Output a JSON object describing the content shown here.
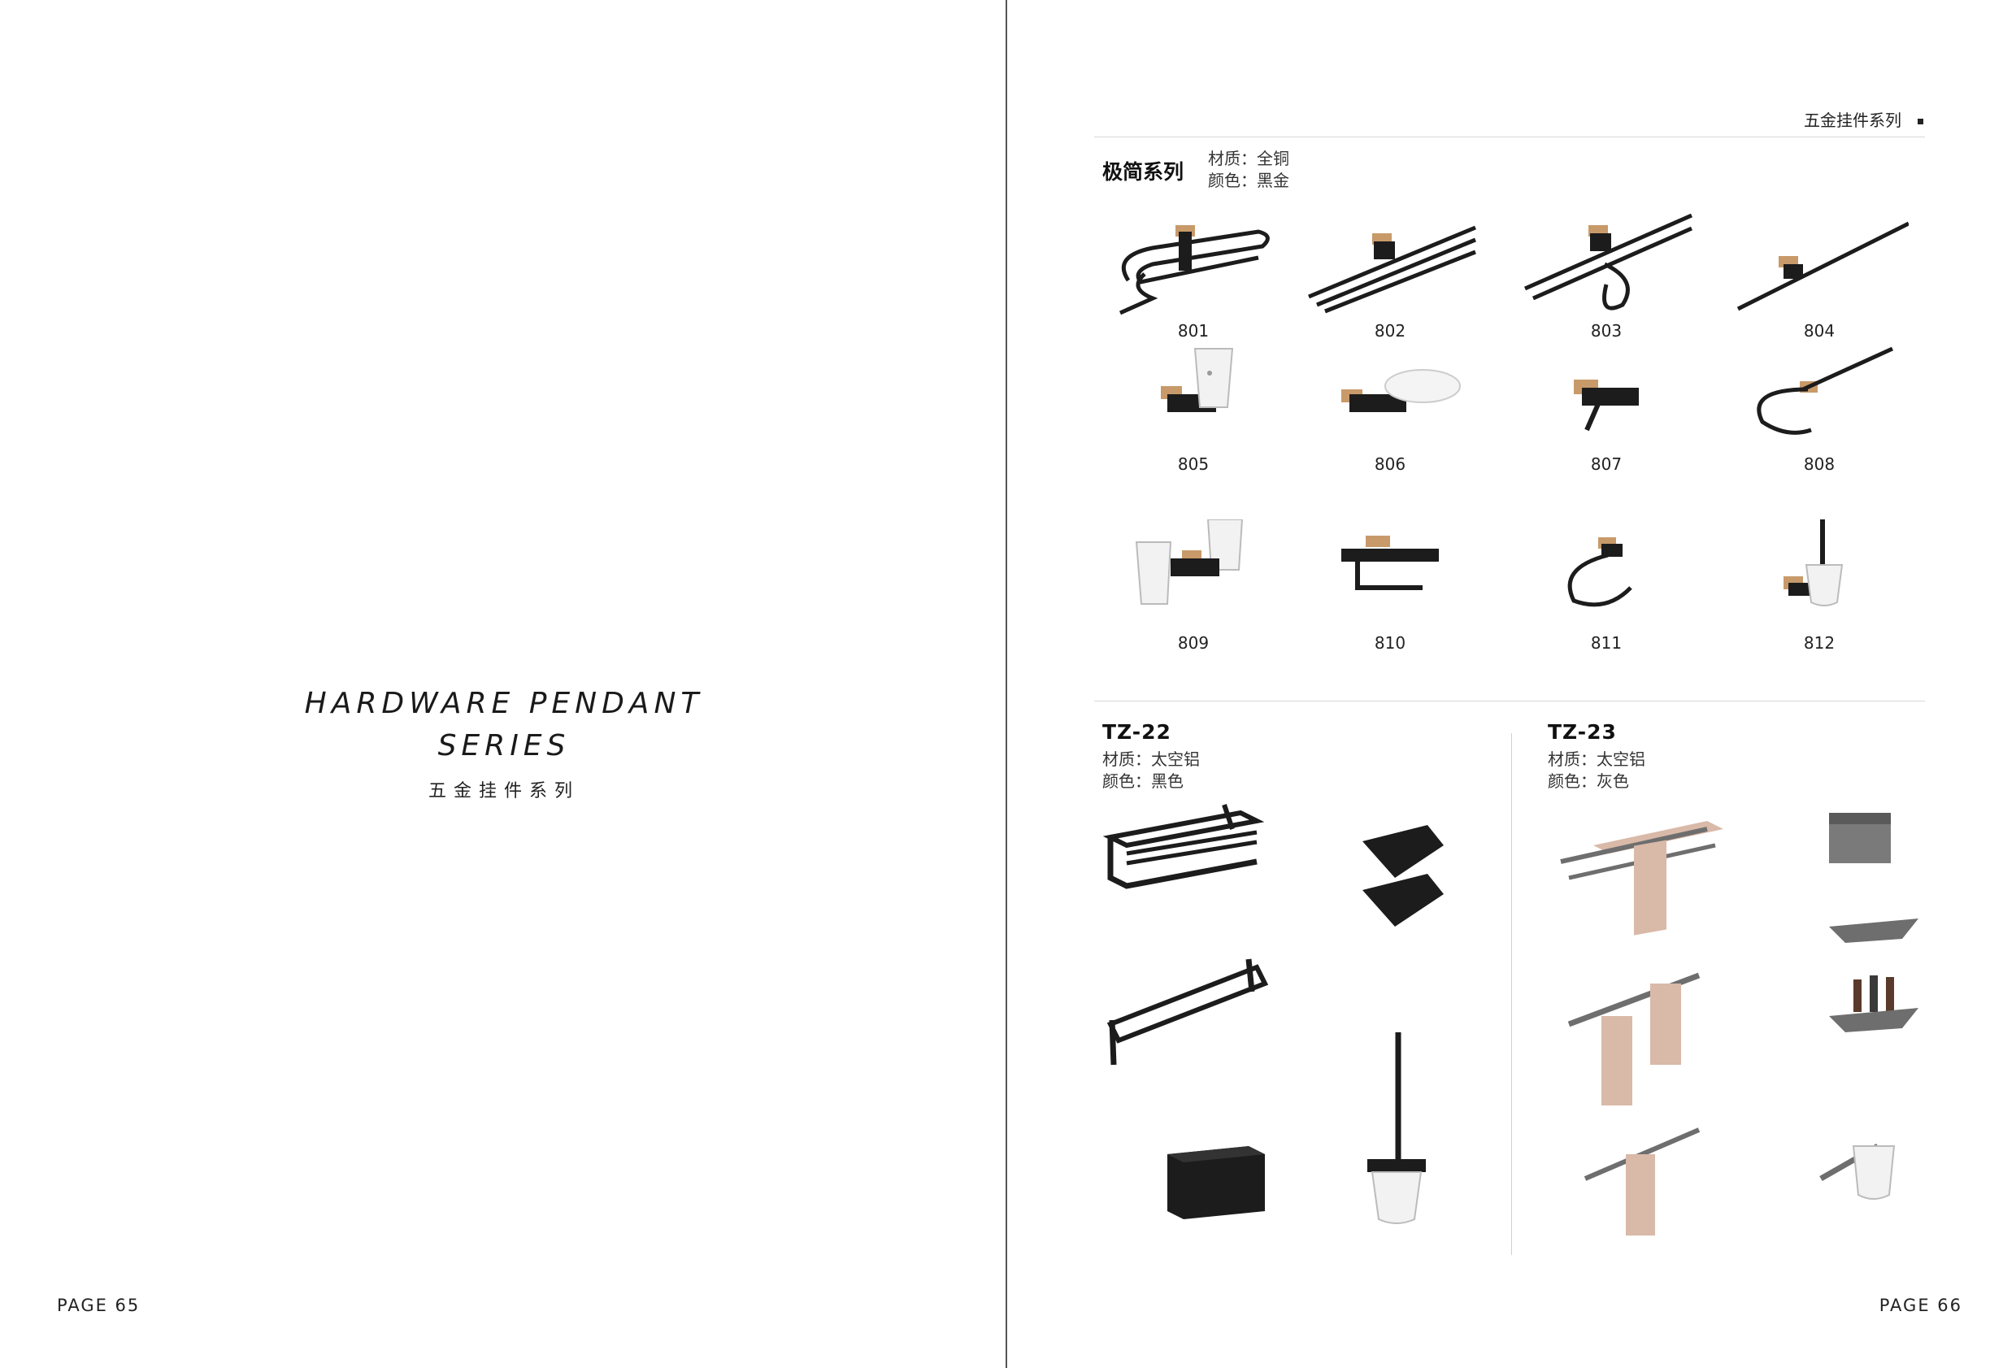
{
  "left_page": {
    "title_line1": "HARDWARE PENDANT",
    "title_line2": "SERIES",
    "subtitle": "五金挂件系列",
    "page_number": "PAGE 65"
  },
  "right_page": {
    "running_head": "五金挂件系列",
    "page_number": "PAGE 66",
    "minimal_series": {
      "title": "极简系列",
      "material": "材质：全铜",
      "color": "颜色：黑金",
      "items": [
        "801",
        "802",
        "803",
        "804",
        "805",
        "806",
        "807",
        "808",
        "809",
        "810",
        "811",
        "812"
      ]
    },
    "sets": [
      {
        "code": "TZ-22",
        "material": "材质：太空铝",
        "color": "颜色：黑色"
      },
      {
        "code": "TZ-23",
        "material": "材质：太空铝",
        "color": "颜色：灰色"
      }
    ]
  },
  "colors": {
    "gold": "#c89a6a",
    "black": "#1c1c1c",
    "grey": "#6e6e6e",
    "towel": "#d9b9a8"
  },
  "icons": [
    "towel-rack-icon",
    "towel-bar-icon",
    "robe-hook-icon",
    "cup-holder-icon",
    "soap-dish-icon",
    "towel-ring-icon",
    "paper-holder-icon",
    "toilet-brush-icon",
    "corner-basket-icon",
    "tissue-box-icon"
  ]
}
